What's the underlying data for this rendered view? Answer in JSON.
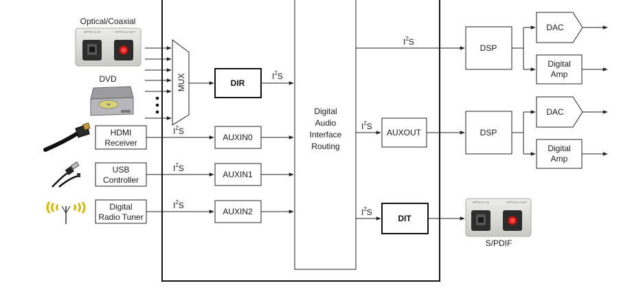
{
  "sources": {
    "optical_coaxial": {
      "label": "Optical/Coaxial",
      "port_left": "OPTICAL IN",
      "port_right": "OPTICAL OUT"
    },
    "dvd": {
      "label": "DVD"
    },
    "hdmi": {
      "label_line1": "HDMI",
      "label_line2": "Receiver"
    },
    "usb": {
      "label_line1": "USB",
      "label_line2": "Controller"
    },
    "radio": {
      "label_line1": "Digital",
      "label_line2": "Radio Tuner"
    }
  },
  "chip": {
    "mux": "MUX",
    "dir": "DIR",
    "auxin0": "AUXIN0",
    "auxin1": "AUXIN1",
    "auxin2": "AUXIN2",
    "routing_line1": "Digital",
    "routing_line2": "Audio",
    "routing_line3": "Interface",
    "routing_line4": "Routing",
    "auxout": "AUXOUT",
    "dit": "DIT"
  },
  "bus": {
    "i": "I",
    "sup": "2",
    "s": "S"
  },
  "outputs": {
    "dsp1": "DSP",
    "dsp2": "DSP",
    "dac1": "DAC",
    "dac2": "DAC",
    "amp1_line1": "Digital",
    "amp1_line2": "Amp",
    "amp2_line1": "Digital",
    "amp2_line2": "Amp",
    "spdif": "S/PDIF",
    "spdif_port_left": "OPTICAL IN",
    "spdif_port_right": "OPTICAL OUT"
  },
  "colors": {
    "line": "#222222",
    "optical_led": "#d61d1d",
    "panel": "#d9d9d4"
  }
}
